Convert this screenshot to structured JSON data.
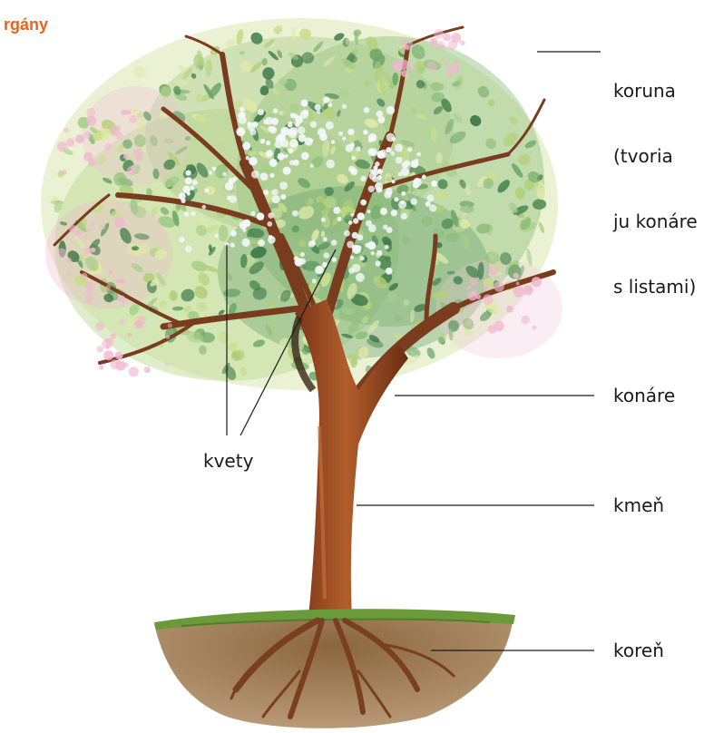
{
  "heading": "rgány",
  "labels": {
    "crown": [
      "koruna",
      "(tvoria",
      "ju konáre",
      "s listami)"
    ],
    "branches": "konáre",
    "flowers": "kvety",
    "trunk": "kmeň",
    "root": "koreň"
  },
  "colors": {
    "heading": "#e8641e",
    "leaf_light": "#c9de8c",
    "leaf_dark": "#3f7a4a",
    "blossom_pink": "#f0b7cf",
    "blossom_white": "#f4f8fb",
    "trunk": "#9a4a22",
    "soil": "#7a5636",
    "grass": "#6a9a3a",
    "label_text": "#1a1a1a"
  }
}
